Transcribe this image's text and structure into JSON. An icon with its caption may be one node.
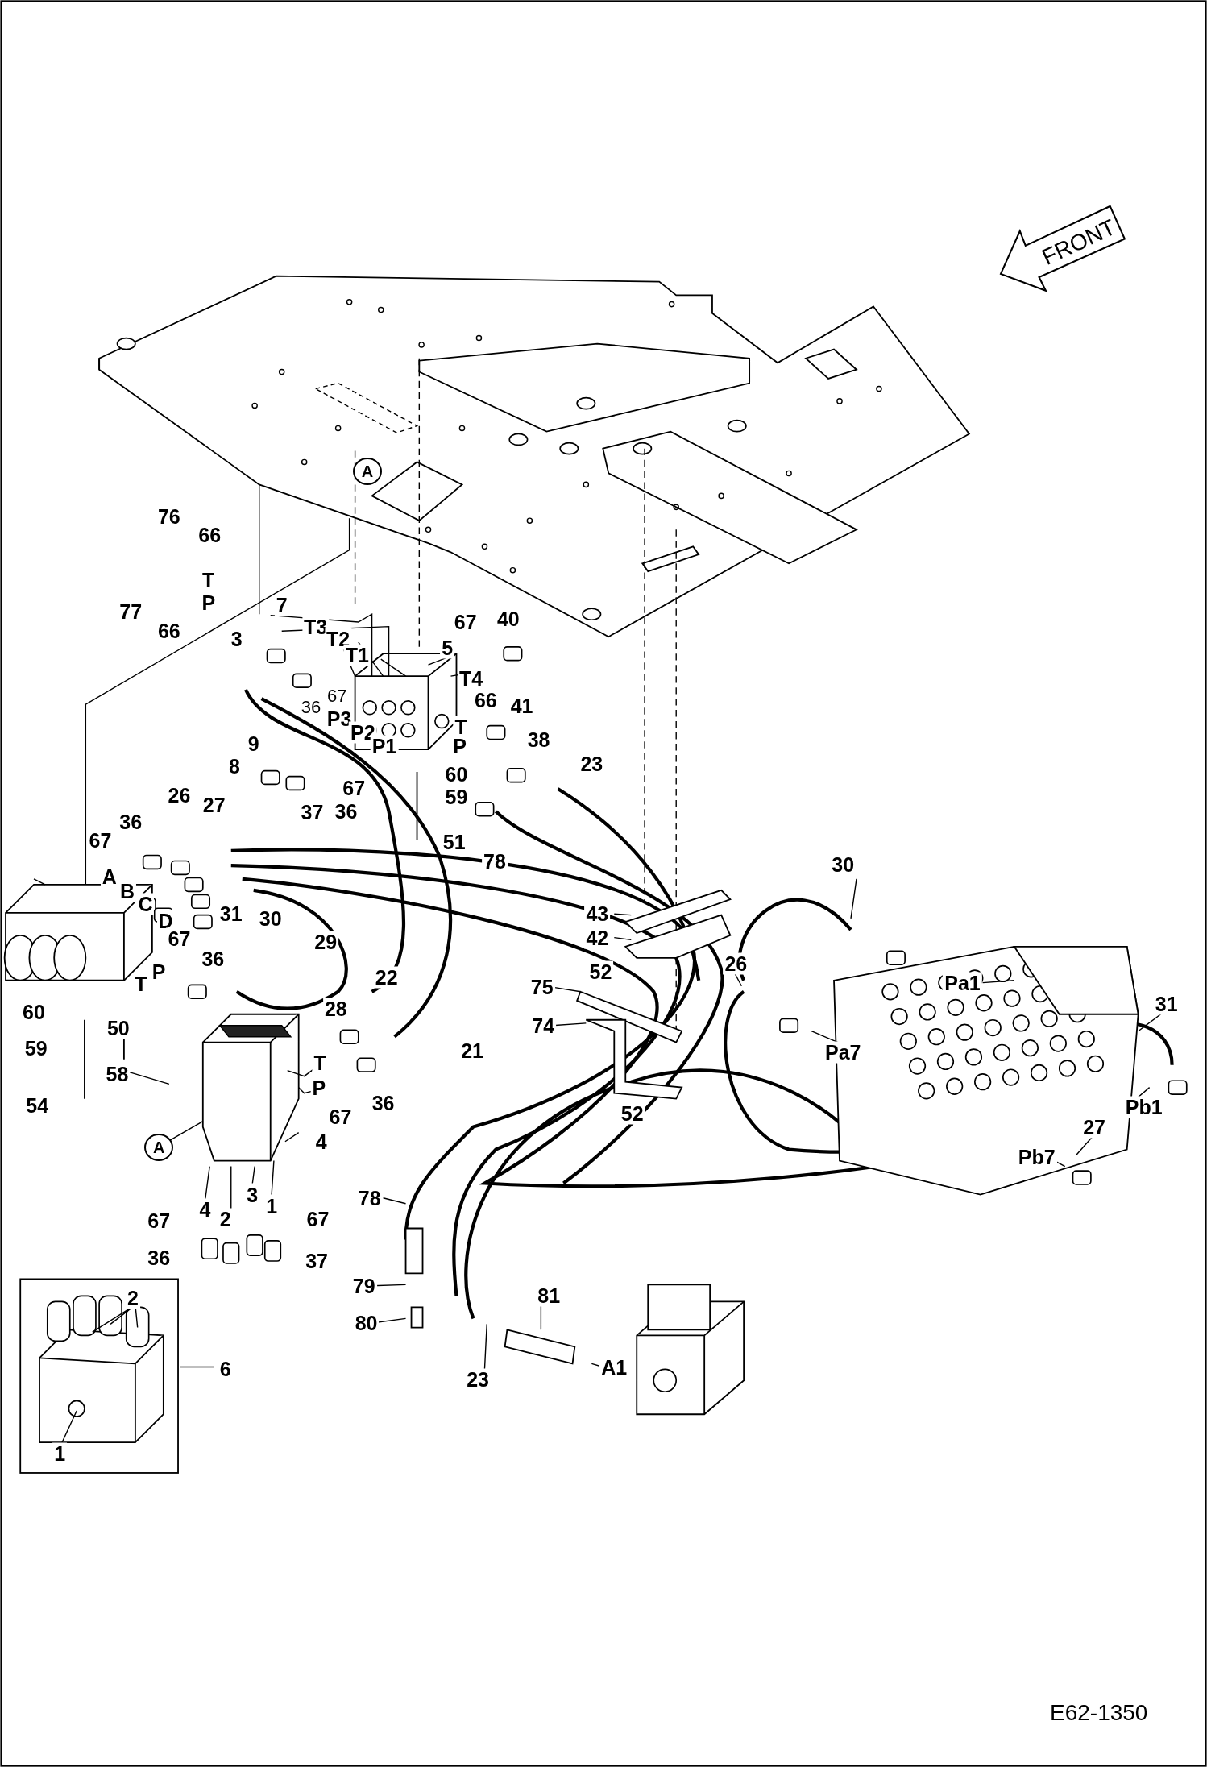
{
  "diagram": {
    "labels": [
      "FRONT",
      "A",
      "76",
      "66",
      "T",
      "P",
      "77",
      "66",
      "7",
      "T3",
      "3",
      "T2",
      "T1",
      "67",
      "40",
      "5",
      "T4",
      "36",
      "67",
      "P3",
      "P2",
      "P1",
      "T",
      "66",
      "41",
      "P",
      "9",
      "38",
      "8",
      "67",
      "60",
      "23",
      "59",
      "37",
      "36",
      "26",
      "27",
      "36",
      "51",
      "67",
      "A",
      "B",
      "C",
      "D",
      "31",
      "30",
      "78",
      "30",
      "43",
      "42",
      "29",
      "67",
      "36",
      "P",
      "T",
      "52",
      "26",
      "Pa1",
      "22",
      "75",
      "31",
      "28",
      "60",
      "50",
      "74",
      "21",
      "Pa7",
      "59",
      "58",
      "T",
      "P",
      "36",
      "Pb1",
      "54",
      "67",
      "52",
      "4",
      "27",
      "Pb7",
      "78",
      "A",
      "4",
      "2",
      "3",
      "1",
      "67",
      "67",
      "36",
      "37",
      "79",
      "81",
      "2",
      "80",
      "6",
      "A1",
      "23",
      "1",
      "E62-1350"
    ]
  }
}
